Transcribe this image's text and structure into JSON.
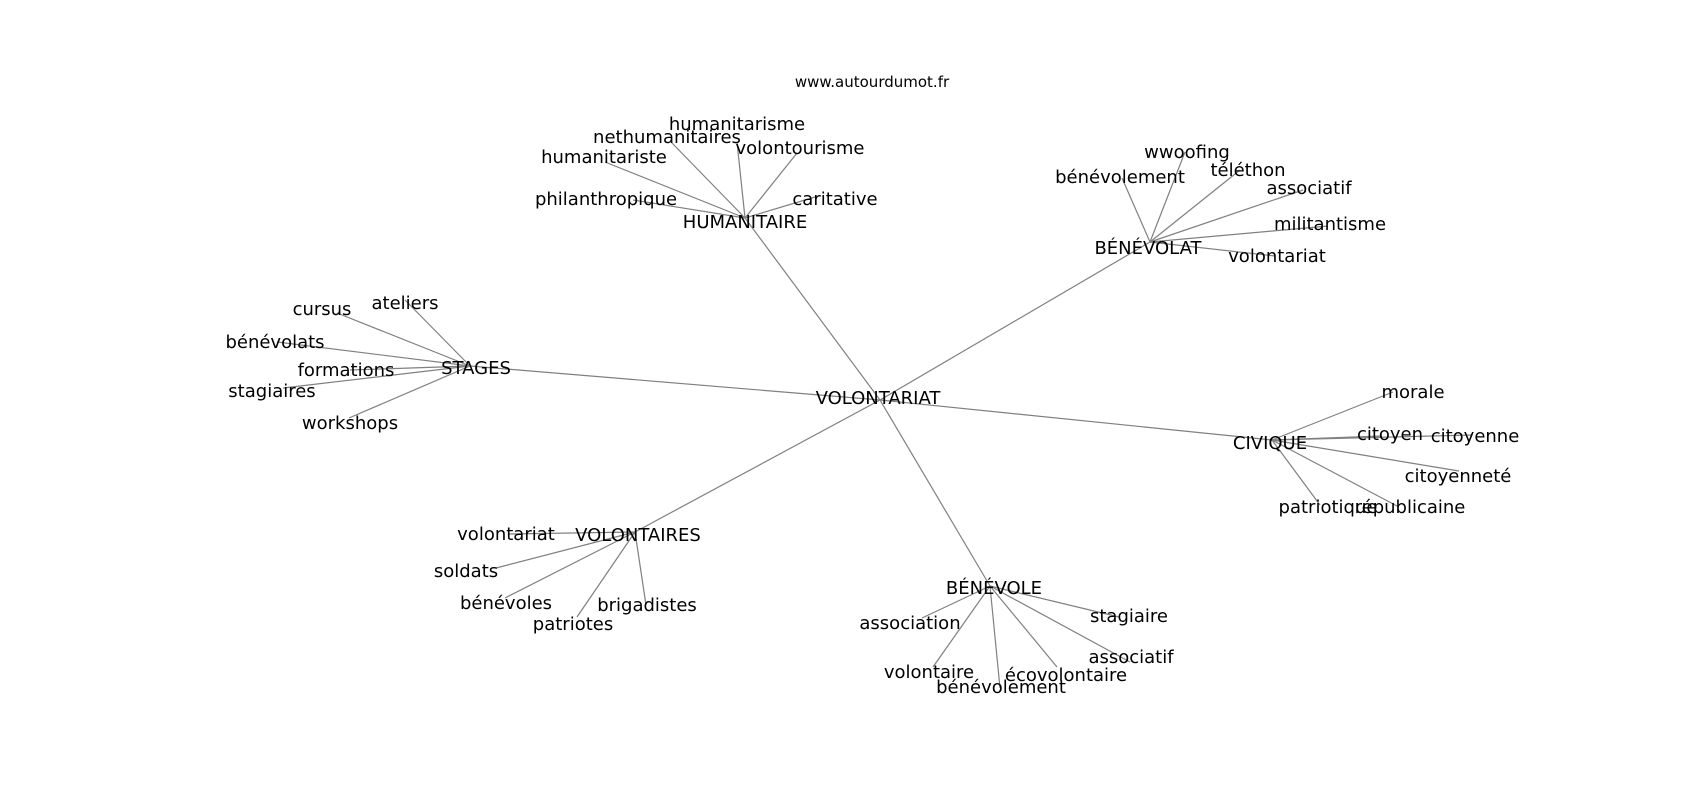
{
  "watermark": "www.autourdumot.fr",
  "graph": {
    "center": "VOLONTARIAT",
    "hubs": [
      {
        "id": "humanitaire",
        "label": "HUMANITAIRE",
        "leaves": [
          "humanitarisme",
          "nethumanitaires",
          "volontourisme",
          "humanitariste",
          "philanthropique",
          "caritative"
        ]
      },
      {
        "id": "benevolat",
        "label": "BÉNÉVOLAT",
        "leaves": [
          "wwoofing",
          "téléthon",
          "bénévolement",
          "associatif",
          "militantisme",
          "volontariat"
        ]
      },
      {
        "id": "stages",
        "label": "STAGES",
        "leaves": [
          "ateliers",
          "cursus",
          "bénévolats",
          "formations",
          "stagiaires",
          "workshops"
        ]
      },
      {
        "id": "civique",
        "label": "CIVIQUE",
        "leaves": [
          "morale",
          "citoyen",
          "citoyenne",
          "citoyenneté",
          "patriotique",
          "républicaine"
        ]
      },
      {
        "id": "volontaires",
        "label": "VOLONTAIRES",
        "leaves": [
          "volontariat",
          "soldats",
          "bénévoles",
          "brigadistes",
          "patriotes"
        ]
      },
      {
        "id": "benevole",
        "label": "BÉNÉVOLE",
        "leaves": [
          "stagiaire",
          "association",
          "associatif",
          "volontaire",
          "écovolontaire",
          "bénévolement"
        ]
      }
    ]
  }
}
